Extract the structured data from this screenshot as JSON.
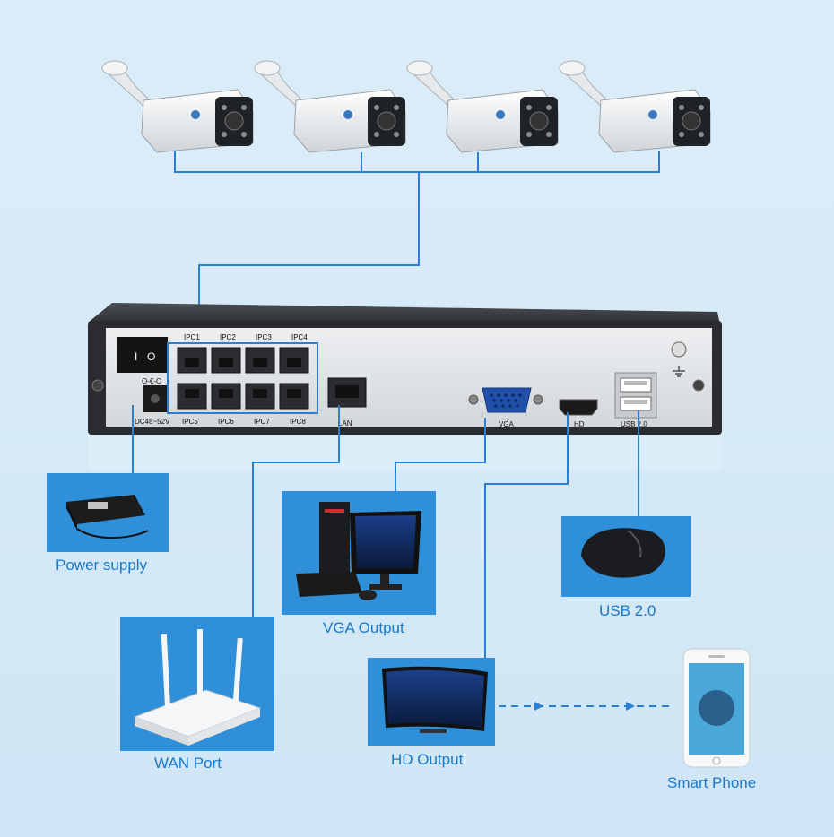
{
  "nvr": {
    "ipc_top": [
      "IPC1",
      "IPC2",
      "IPC3",
      "IPC4"
    ],
    "ipc_bottom": [
      "IPC5",
      "IPC6",
      "IPC7",
      "IPC8"
    ],
    "power_rating": "DC48~52V",
    "lan_label": "LAN",
    "vga_label": "VGA",
    "hd_label": "HD",
    "usb_label": "USB 2.0"
  },
  "devices": {
    "power_supply": "Power supply",
    "vga_output": "VGA Output",
    "usb": "USB 2.0",
    "wan_port": "WAN Port",
    "hd_output": "HD Output",
    "smart_phone": "Smart Phone"
  },
  "colors": {
    "background": "#d6ebf8",
    "panel_blue": "#2f8fd8",
    "line_blue": "#2a7fd0",
    "label_blue": "#1a78c8"
  }
}
